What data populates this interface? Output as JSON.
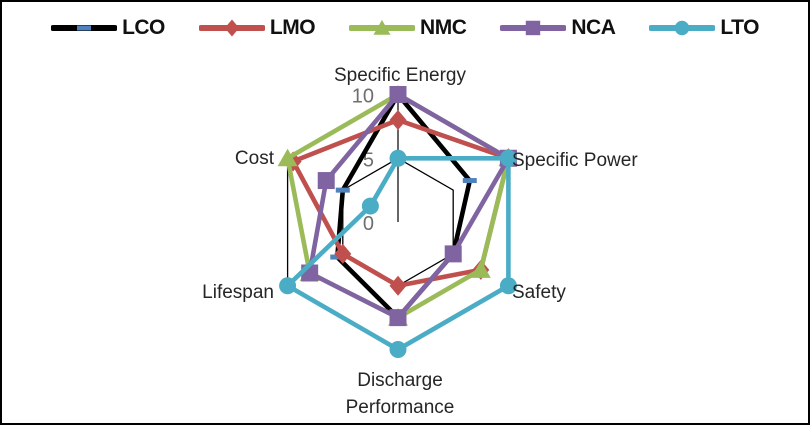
{
  "figure_title": "",
  "legend": {
    "position": "top",
    "items": [
      "LCO",
      "LMO",
      "NMC",
      "NCA",
      "LTO"
    ]
  },
  "chart_data": {
    "type": "radar",
    "axes": [
      "Specific Energy",
      "Specific Power",
      "Safety",
      "Discharge Performance",
      "Lifespan",
      "Cost"
    ],
    "ticks": [
      0,
      5,
      10
    ],
    "axis_range": [
      0,
      10
    ],
    "gridlines_at": [
      5,
      10
    ],
    "grid_color": "#000000",
    "tick_label_color": "#6e6e6e",
    "series": [
      {
        "name": "LCO",
        "color": "#000000",
        "marker": "dash",
        "marker_color": "#4F81BD",
        "values": [
          10,
          6.5,
          5,
          7.5,
          5.5,
          5
        ]
      },
      {
        "name": "LMO",
        "color": "#C0504D",
        "marker": "diamond",
        "marker_color": "#C0504D",
        "values": [
          8,
          10,
          7.5,
          5,
          5,
          9.5
        ]
      },
      {
        "name": "NMC",
        "color": "#9BBB59",
        "marker": "triangle",
        "marker_color": "#9BBB59",
        "values": [
          10,
          10,
          7.5,
          7.5,
          8,
          10
        ]
      },
      {
        "name": "NCA",
        "color": "#8064A2",
        "marker": "square",
        "marker_color": "#8064A2",
        "values": [
          10,
          10,
          5,
          7.5,
          8,
          6.5
        ]
      },
      {
        "name": "LTO",
        "color": "#4BACC6",
        "marker": "circle",
        "marker_color": "#4BACC6",
        "values": [
          5,
          10,
          10,
          10,
          10,
          2.5
        ]
      }
    ]
  }
}
